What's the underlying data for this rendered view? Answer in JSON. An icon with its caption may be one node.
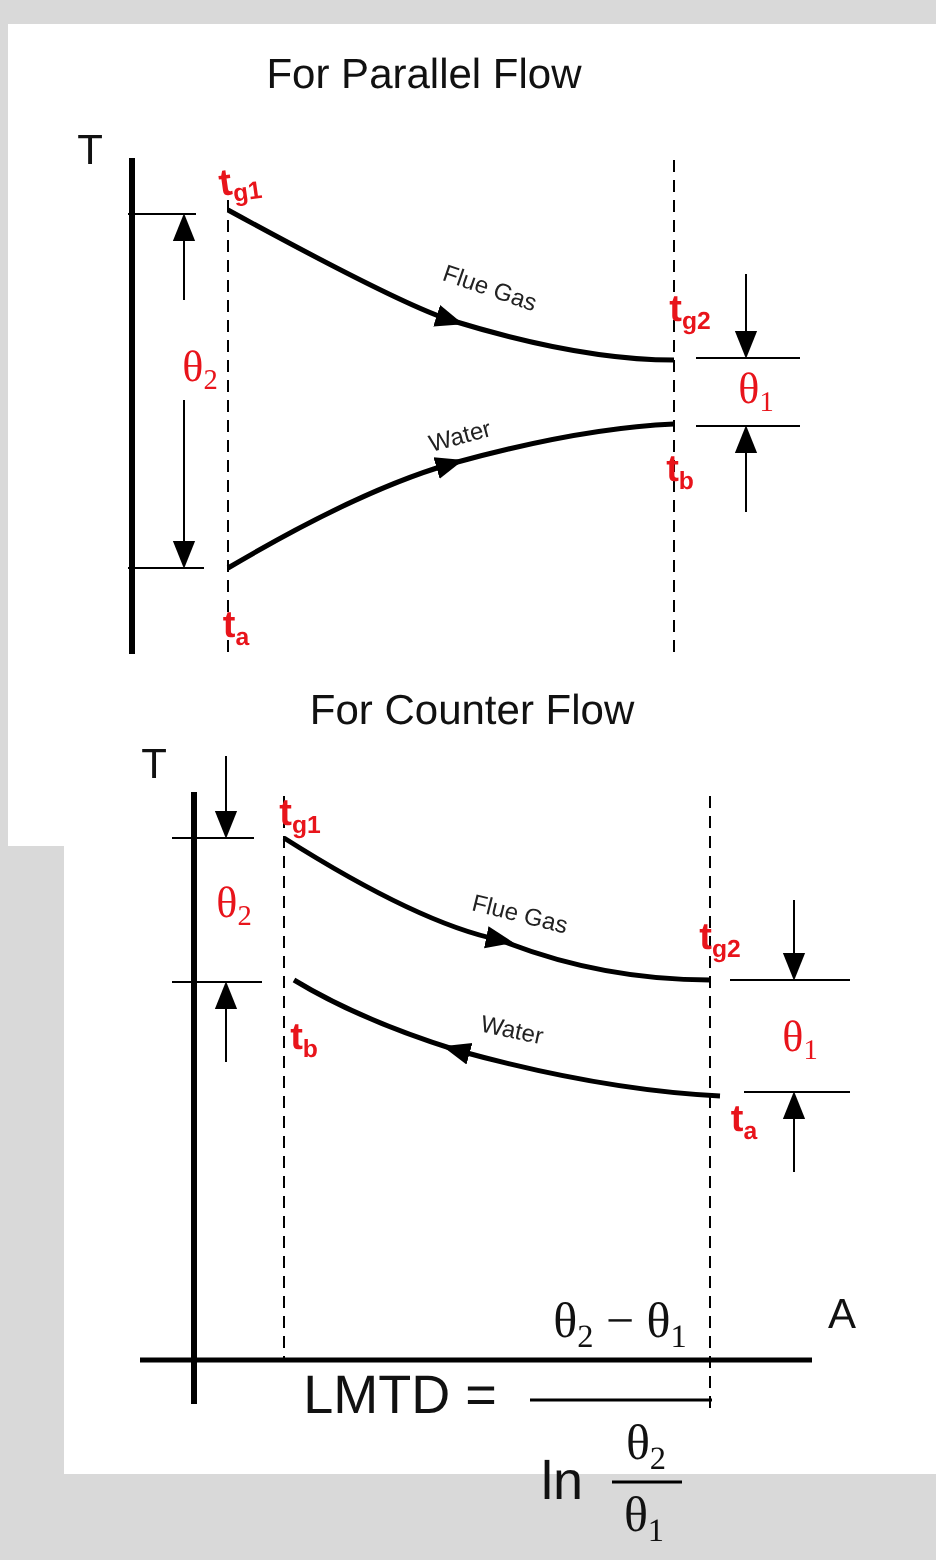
{
  "diagram": {
    "labels": [
      "For Parallel Flow",
      "T",
      "t$_{g1}$",
      "θ$_{2}$",
      "Flue Gas",
      "t$_{g2}$",
      "θ$_{1}$",
      "Water",
      "t$_{b}$",
      "t$_{a}$",
      "For Counter Flow",
      "T",
      "t$_{g1}$",
      "θ$_{2}$",
      "Flue Gas",
      "t$_{g2}$",
      "θ$_{1}$",
      "Water",
      "t$_{b}$",
      "t$_{a}$",
      "A",
      "LMTD =",
      "θ$_{2}$ − θ$_{1}$",
      "ln",
      "θ$_{2}$",
      "θ$_{1}$"
    ]
  }
}
